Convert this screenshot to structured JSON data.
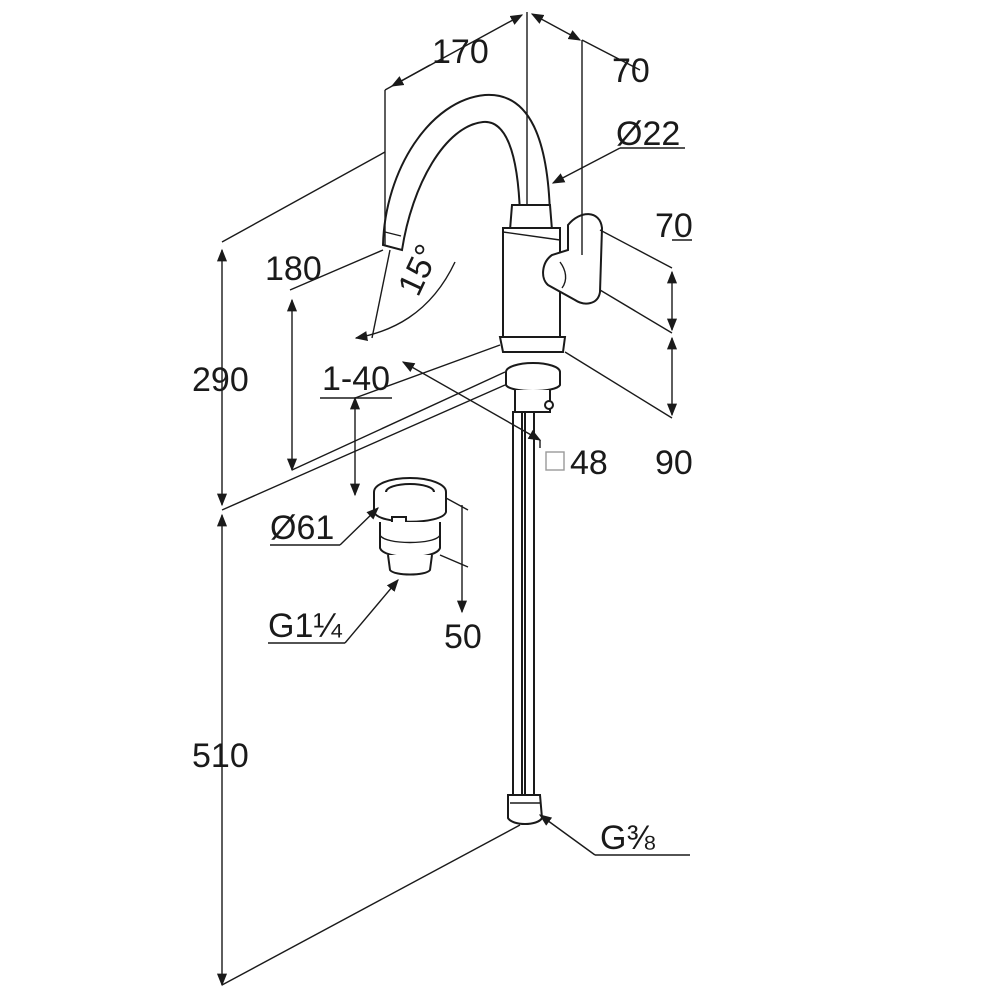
{
  "labels": {
    "width_170": "170",
    "depth_70_top": "70",
    "spout_diameter": "Ø22",
    "handle_70": "70",
    "spout_height_180": "180",
    "swivel_angle": "15°",
    "height_290": "290",
    "deck_thickness": "1-40",
    "base_square": "48",
    "base_90": "90",
    "waste_diameter": "Ø61",
    "waste_thread": "G1¼",
    "waste_height": "50",
    "hose_length": "510",
    "hose_thread": "G⅜"
  },
  "colors": {
    "line": "#1a1a1a",
    "background": "#ffffff"
  }
}
